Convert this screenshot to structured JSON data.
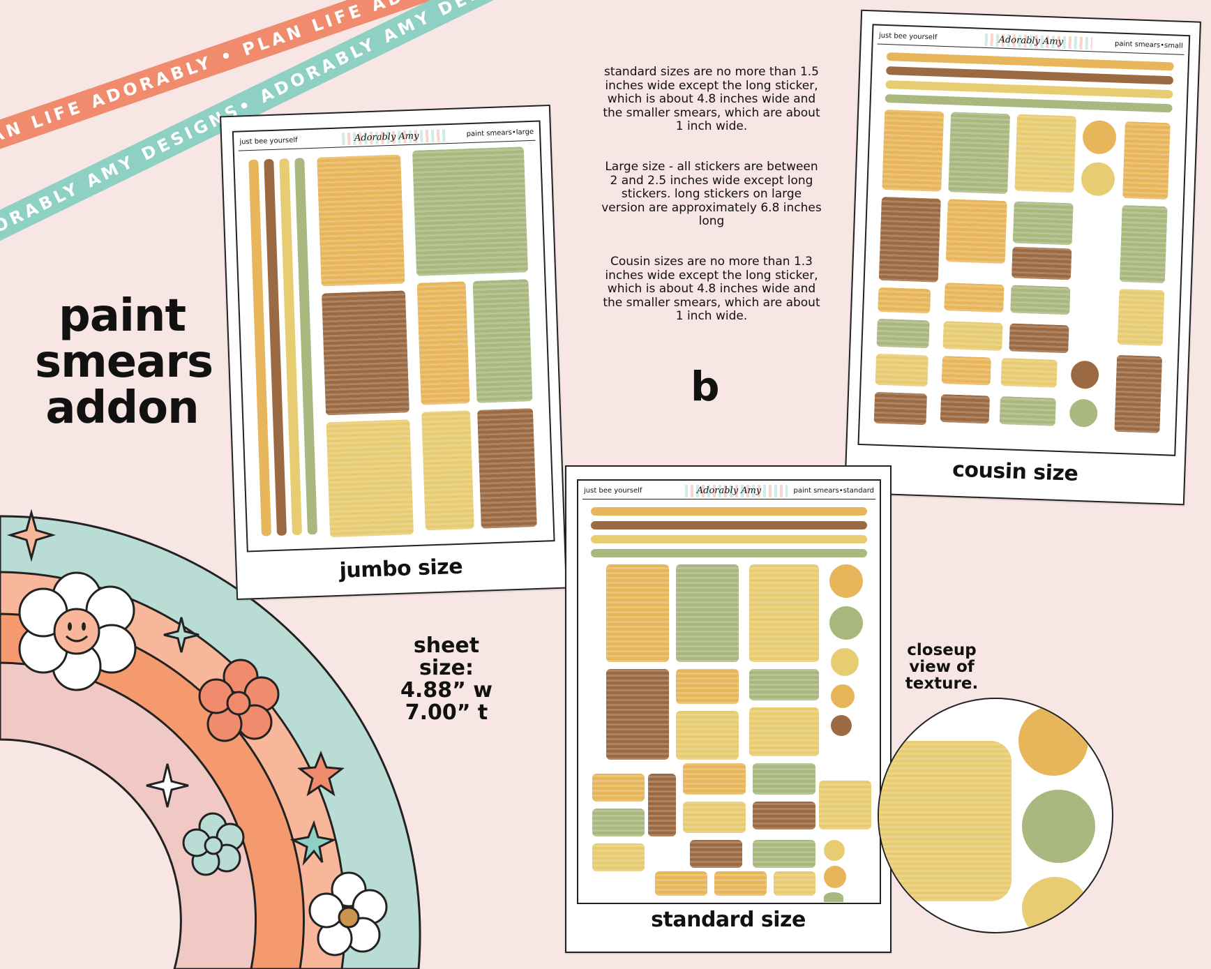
{
  "ribbons": {
    "salmon_text": "PLAN LIFE ADORABLY • PLAN LIFE ADORABLY • PLAN LIFE ADORABLY •",
    "teal_text": "ADORABLY AMY DESIGNS• ADORABLY AMY DESIGNS• ADORABLY AMY DESIGNS•"
  },
  "product_title": {
    "line1": "paint",
    "line2": "smears",
    "line3": "addon"
  },
  "sheets": {
    "header_left": "just bee yourself",
    "logo": "Adorably Amy",
    "jumbo": {
      "header_right": "paint smears•large",
      "label": "jumbo size"
    },
    "cousin": {
      "header_right": "paint smears•small",
      "label": "cousin size"
    },
    "standard": {
      "header_right": "paint smears•standard",
      "label": "standard size"
    }
  },
  "info": {
    "standard": "standard sizes are no more than 1.5 inches wide except the long sticker, which is about 4.8 inches wide and the smaller smears, which are about 1 inch wide.",
    "large": "Large size - all stickers are between 2 and 2.5 inches wide except long stickers. long stickers on large version are approximately 6.8 inches long",
    "cousin": "Cousin sizes are no more than 1.3 inches wide except the long sticker, which is about 4.8 inches wide and the smaller smears, which are about 1 inch wide."
  },
  "variant_letter": "b",
  "sheet_size": {
    "line1": "sheet size:",
    "line2": "4.88” w",
    "line3": "7.00” t"
  },
  "closeup": {
    "line1": "closeup",
    "line2": "view of",
    "line3": "texture."
  },
  "colors": {
    "background": "#f8e6e5",
    "mustard": "#e8b65a",
    "brown": "#9b6a43",
    "sage": "#a8b87f",
    "butter": "#e8cc72",
    "salmon_ribbon": "#f08c6d",
    "teal_ribbon": "#8ed0c3"
  }
}
